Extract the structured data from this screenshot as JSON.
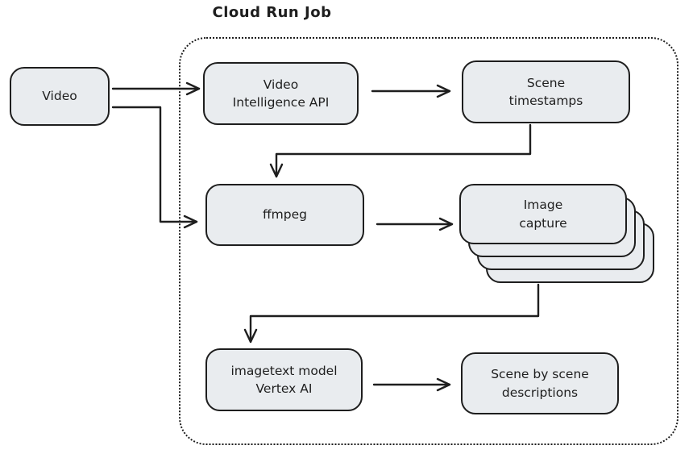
{
  "diagram": {
    "title": "Cloud Run Job",
    "colors": {
      "stroke": "#1e1e1e",
      "node_fill": "#e9ecef",
      "background": "#ffffff"
    },
    "nodes": {
      "video": {
        "label": "Video"
      },
      "video_intelligence_api": {
        "label": "Video\nIntelligence API"
      },
      "scene_timestamps": {
        "label": "Scene\ntimestamps"
      },
      "ffmpeg": {
        "label": "ffmpeg"
      },
      "image_capture": {
        "label": "Image\ncapture",
        "stacked_copies": 4
      },
      "imagetext_vertex": {
        "label": "imagetext model\nVertex AI"
      },
      "scene_descriptions": {
        "label": "Scene by scene\ndescriptions"
      }
    },
    "edges": [
      {
        "from": "Video",
        "to": "Video Intelligence API"
      },
      {
        "from": "Video Intelligence API",
        "to": "Scene timestamps"
      },
      {
        "from": "Video",
        "to": "ffmpeg"
      },
      {
        "from": "Scene timestamps",
        "to": "ffmpeg"
      },
      {
        "from": "ffmpeg",
        "to": "Image capture"
      },
      {
        "from": "Image capture",
        "to": "imagetext model Vertex AI"
      },
      {
        "from": "imagetext model Vertex AI",
        "to": "Scene by scene descriptions"
      }
    ]
  }
}
